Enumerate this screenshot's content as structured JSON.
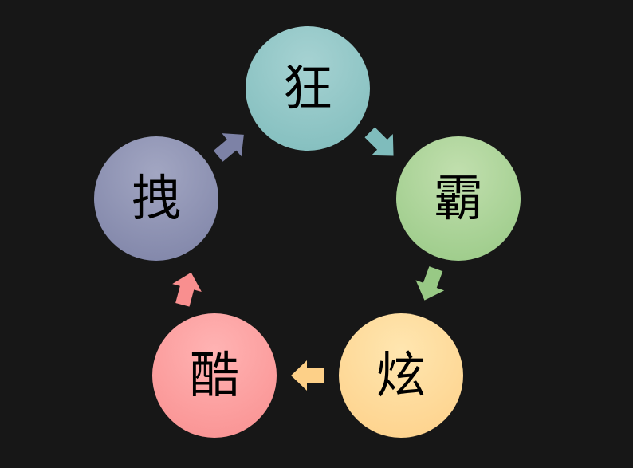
{
  "diagram": {
    "nodes": [
      {
        "id": "kuang",
        "label": "狂",
        "color": "#8cc4c4"
      },
      {
        "id": "ba",
        "label": "霸",
        "color": "#a6d094"
      },
      {
        "id": "xuan",
        "label": "炫",
        "color": "#ffd999"
      },
      {
        "id": "ku",
        "label": "酷",
        "color": "#fc9f9f"
      },
      {
        "id": "zhuai",
        "label": "拽",
        "color": "#8f93b3"
      }
    ],
    "arrows": [
      {
        "from": "kuang",
        "to": "ba",
        "color": "#7fbcbc"
      },
      {
        "from": "ba",
        "to": "xuan",
        "color": "#98c985"
      },
      {
        "from": "xuan",
        "to": "ku",
        "color": "#fdd088"
      },
      {
        "from": "ku",
        "to": "zhuai",
        "color": "#f98f8f"
      },
      {
        "from": "zhuai",
        "to": "kuang",
        "color": "#7d82a6"
      }
    ],
    "background": "#171717"
  }
}
